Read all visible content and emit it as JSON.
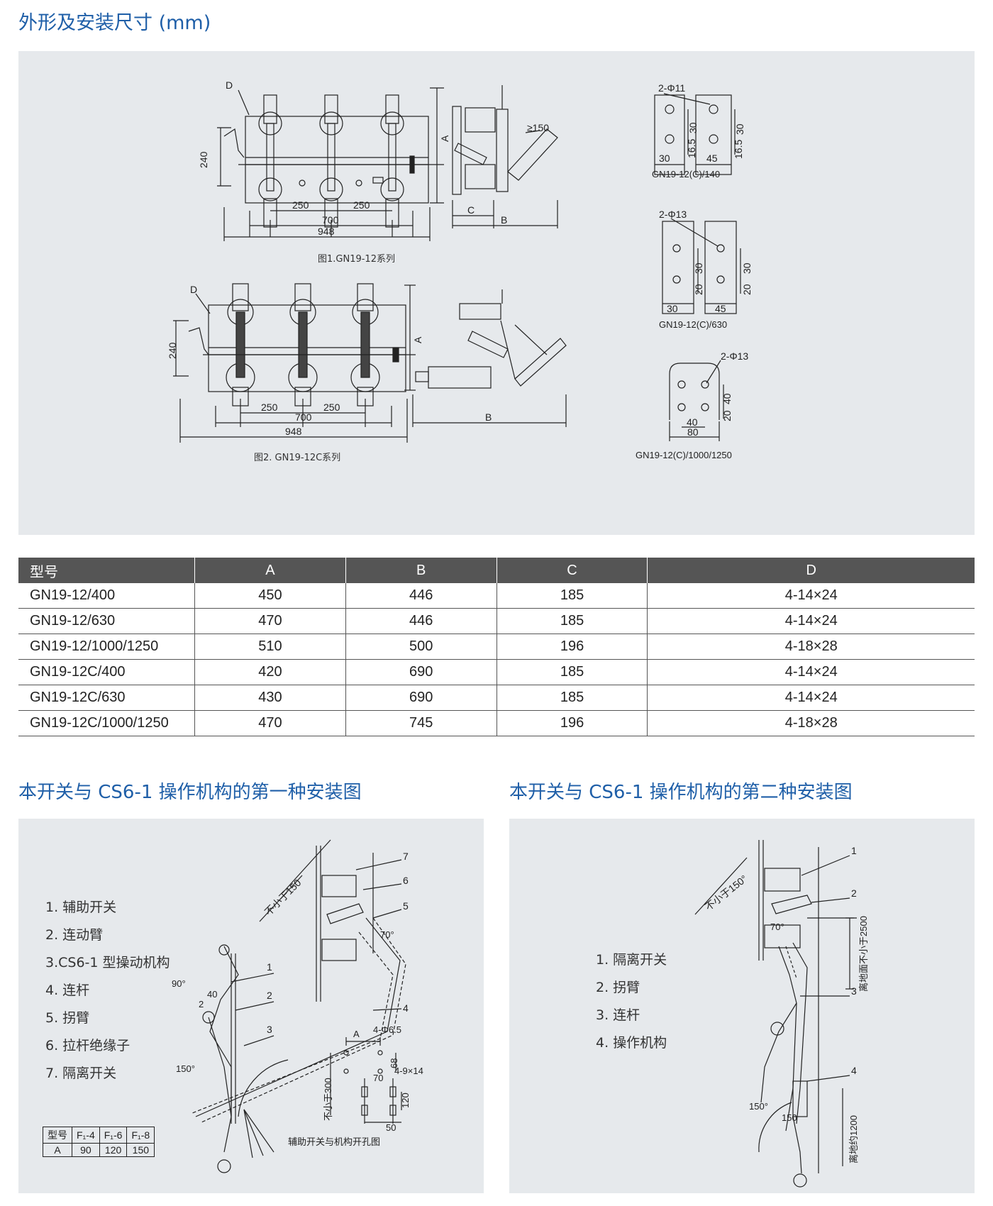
{
  "header": {
    "title": "外形及安装尺寸 (mm)"
  },
  "figure1": {
    "caption": "图1.GN19-12系列",
    "dims": {
      "d": "D",
      "a": "A",
      "h240": "240",
      "w250a": "250",
      "w250b": "250",
      "w700": "700",
      "w948": "948",
      "c": "C",
      "b": "B",
      "ge150": "≥150"
    }
  },
  "figure2": {
    "caption": "图2. GN19-12C系列",
    "dims": {
      "d": "D",
      "a": "A",
      "h240": "240",
      "w250a": "250",
      "w250b": "250",
      "w700": "700",
      "w948": "948",
      "b": "B"
    }
  },
  "terminal140": {
    "caption": "GN19-12(C)/140",
    "hole": "2-Φ11",
    "d30a": "30",
    "d165a": "16.5",
    "d30b": "30",
    "d165b": "16.5",
    "w30": "30",
    "w45": "45"
  },
  "terminal630": {
    "caption": "GN19-12(C)/630",
    "hole": "2-Φ13",
    "d30a": "30",
    "d20a": "20",
    "d30b": "30",
    "d20b": "20",
    "w30": "30",
    "w45": "45"
  },
  "terminal1000": {
    "caption": "GN19-12(C)/1000/1250",
    "hole": "2-Φ13",
    "d40": "40",
    "d20": "20",
    "w40": "40",
    "w80": "80"
  },
  "spec_table": {
    "headers": [
      "型号",
      "A",
      "B",
      "C",
      "D"
    ],
    "rows": [
      [
        "GN19-12/400",
        "450",
        "446",
        "185",
        "4-14×24"
      ],
      [
        "GN19-12/630",
        "470",
        "446",
        "185",
        "4-14×24"
      ],
      [
        "GN19-12/1000/1250",
        "510",
        "500",
        "196",
        "4-18×28"
      ],
      [
        "GN19-12C/400",
        "420",
        "690",
        "185",
        "4-14×24"
      ],
      [
        "GN19-12C/630",
        "430",
        "690",
        "185",
        "4-14×24"
      ],
      [
        "GN19-12C/1000/1250",
        "470",
        "745",
        "196",
        "4-18×28"
      ]
    ]
  },
  "install1": {
    "title": "本开关与 CS6-1 操作机构的第一种安装图",
    "legend": [
      "1. 辅助开关",
      "2. 连动臂",
      "3.CS6-1 型操动机构",
      "4. 连杆",
      "5. 拐臂",
      "6. 拉杆绝缘子",
      "7. 隔离开关"
    ],
    "callouts": [
      "1",
      "2",
      "3",
      "4",
      "5",
      "6",
      "7"
    ],
    "labels": {
      "not_less_150": "不小于150",
      "deg90": "90°",
      "n2": "2",
      "n40": "40",
      "deg150": "150°",
      "deg70": "70°",
      "a": "A",
      "holes_65": "4-Φ6.5",
      "n68": "68",
      "not_less_300": "不小于300",
      "n70": "70",
      "slots": "4-9×14",
      "n120": "120",
      "n50": "50",
      "hole_caption": "辅助开关与机构开孔图"
    },
    "ftable": {
      "header": [
        "型号",
        "F₁-4",
        "F₁-6",
        "F₁-8"
      ],
      "row": [
        "A",
        "90",
        "120",
        "150"
      ]
    }
  },
  "install2": {
    "title": "本开关与 CS6-1 操作机构的第二种安装图",
    "legend": [
      "1. 隔离开关",
      "2. 拐臂",
      "3. 连杆",
      "4. 操作机构"
    ],
    "callouts": [
      "1",
      "2",
      "3",
      "4"
    ],
    "labels": {
      "not_less_150": "不小于150°",
      "deg70": "70°",
      "ground2500": "离地面不小于2500",
      "deg150a": "150°",
      "deg150b": "150",
      "ground1200": "离地约1200"
    }
  }
}
